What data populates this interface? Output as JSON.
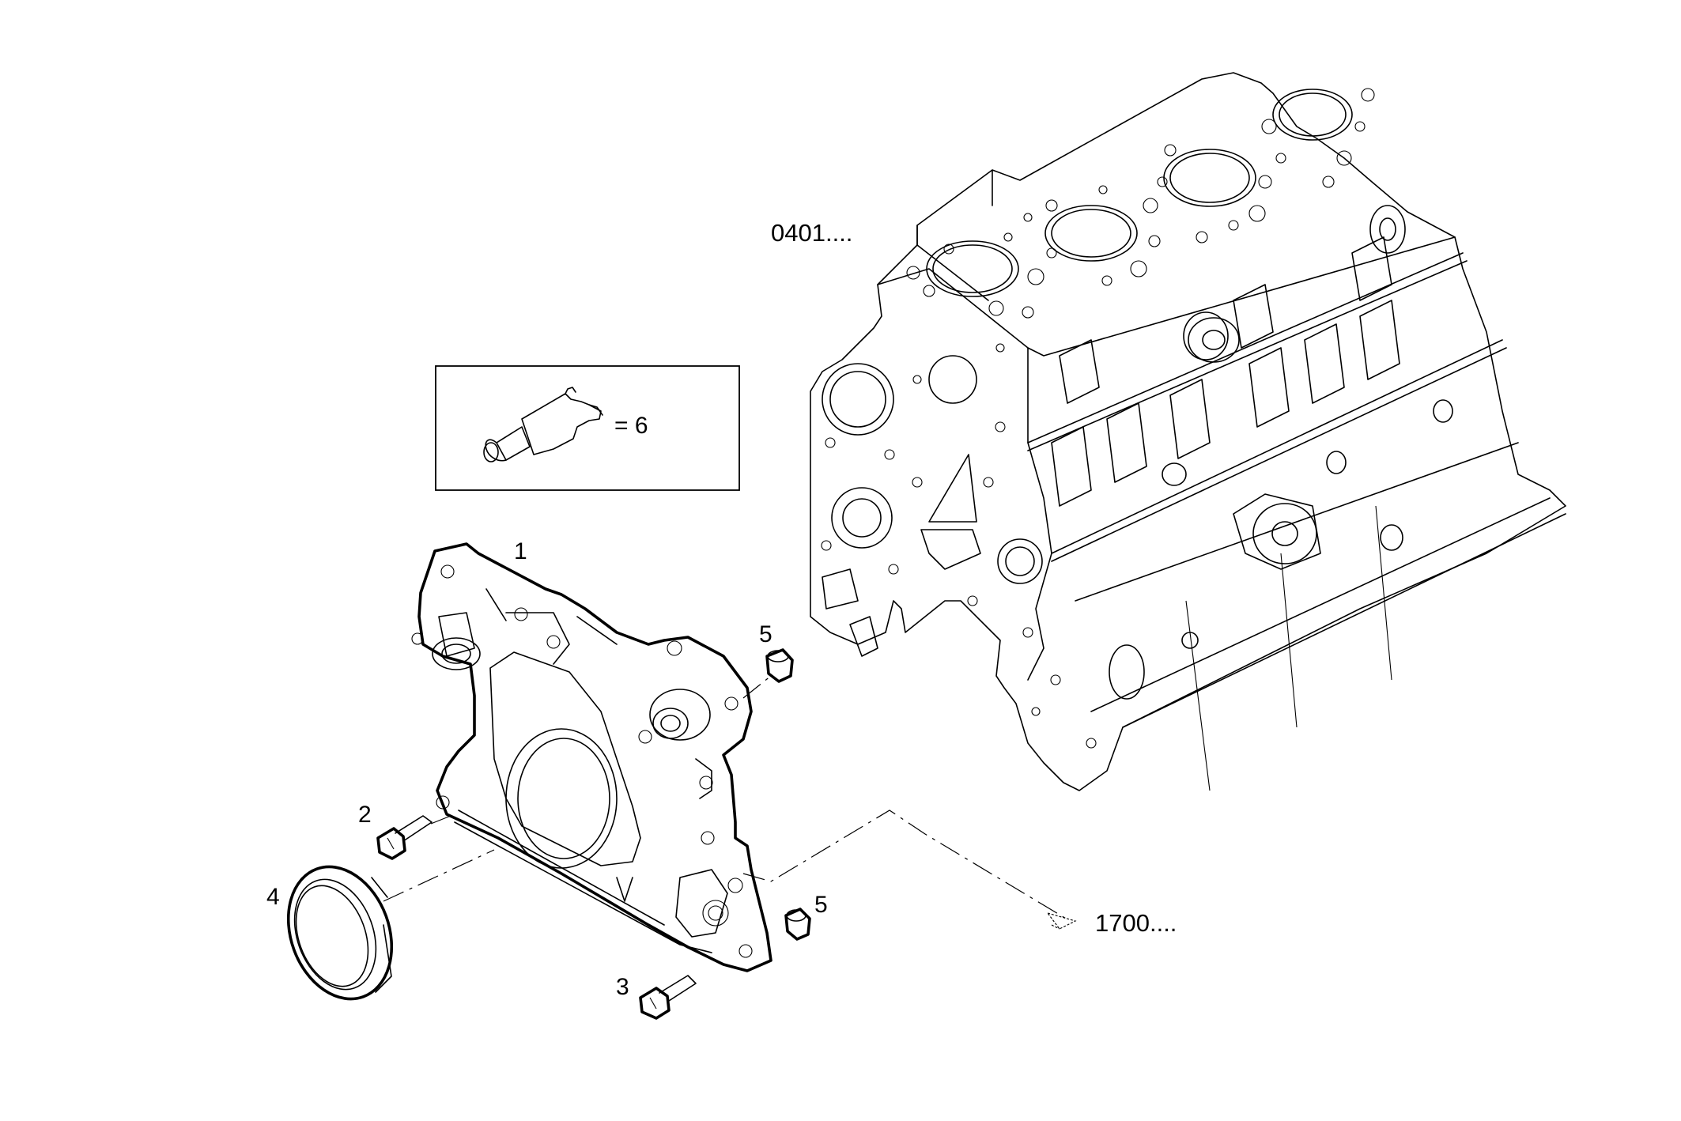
{
  "references": {
    "engine_block": "0401....",
    "continuation": "1700...."
  },
  "legend": {
    "sealant_eq": "= 6"
  },
  "callouts": {
    "cover": "1",
    "screw_a": "2",
    "screw_b": "3",
    "seal_ring": "4",
    "plug_upper": "5",
    "plug_lower": "5"
  },
  "icons": {
    "sealant_tube": "sealant-tube-icon"
  }
}
